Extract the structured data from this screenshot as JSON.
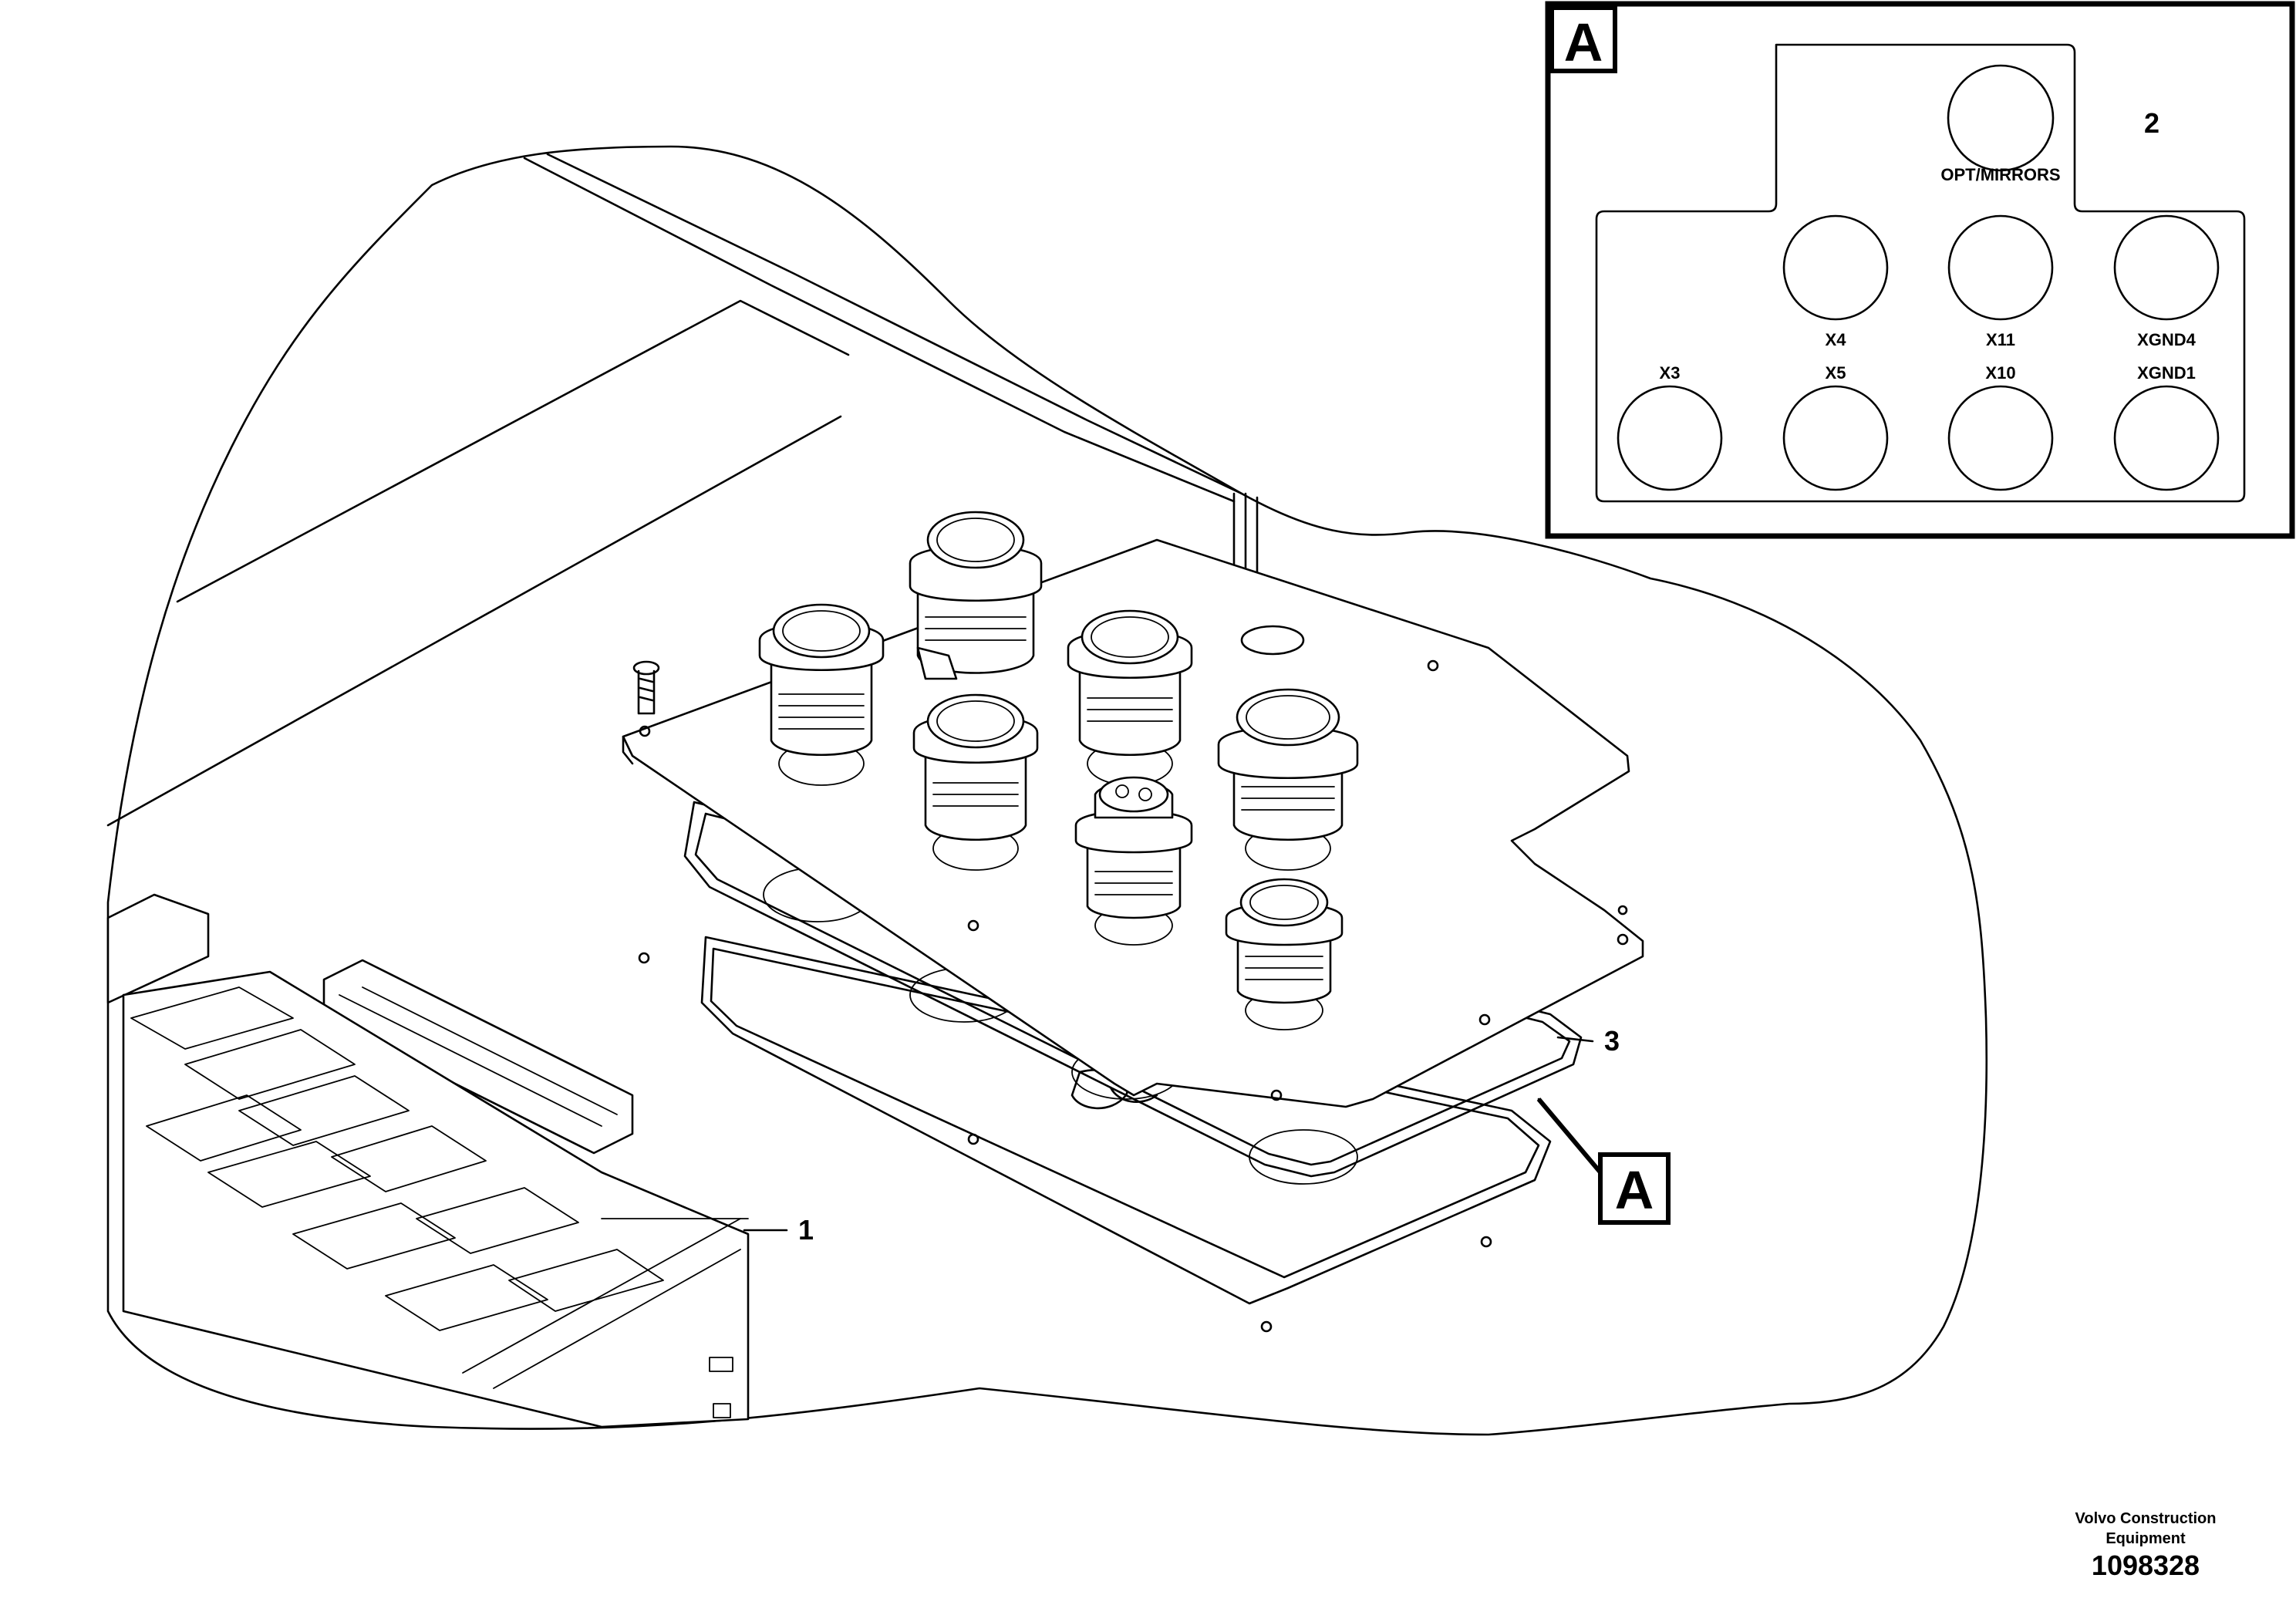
{
  "callouts": {
    "c1": "1",
    "c2": "2",
    "c3": "3"
  },
  "detail": {
    "letter": "A",
    "connectors": {
      "opt_mirrors": "OPT/MIRRORS",
      "x4": "X4",
      "x11": "X11",
      "xgnd4": "XGND4",
      "x3": "X3",
      "x5": "X5",
      "x10": "X10",
      "xgnd1": "XGND1"
    }
  },
  "view_marker": "A",
  "footer": {
    "company_line1": "Volvo Construction",
    "company_line2": "Equipment",
    "drawing_number": "1098328"
  }
}
